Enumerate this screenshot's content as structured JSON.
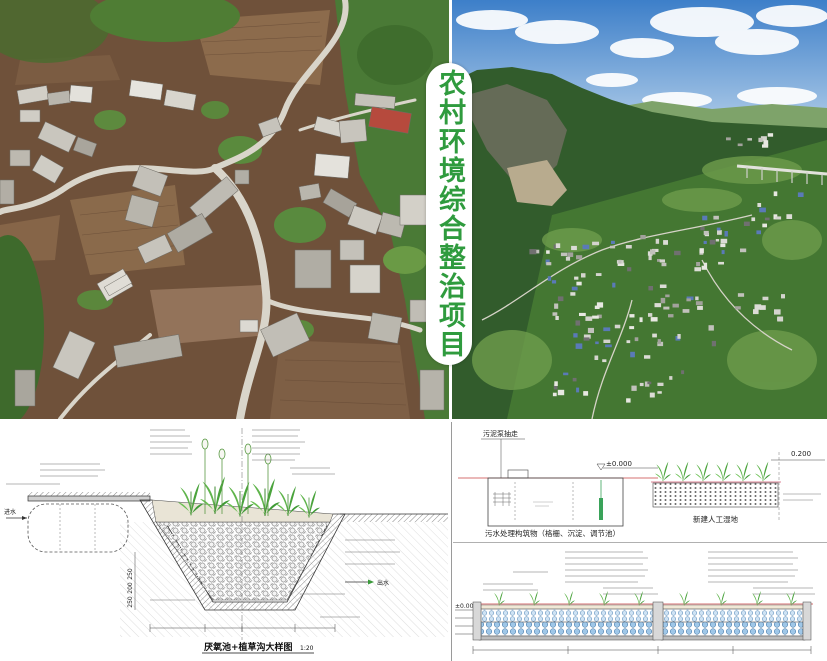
{
  "title": "农村环境综合整治项目",
  "detail_drawing": {
    "title": "厌氧池+植草沟大样图",
    "scale": "1:20",
    "inlet_label": "进水",
    "outlet_label": "出水",
    "depth_dims": [
      "250",
      "200",
      "250"
    ]
  },
  "process_section": {
    "sludge_note": "污泥泵抽走",
    "ground_level": "±0.000",
    "wetland_level": "0.200",
    "treatment_caption": "污水处理构筑物（格栅、沉淀、调节池）",
    "wetland_caption": "新建人工湿地"
  },
  "wetland_section": {
    "surface_level": "±0.000"
  },
  "colors": {
    "title_green": "#2f9b3e",
    "plant_green": "#4aa33c",
    "sky_blue": "#3d7fc9"
  }
}
